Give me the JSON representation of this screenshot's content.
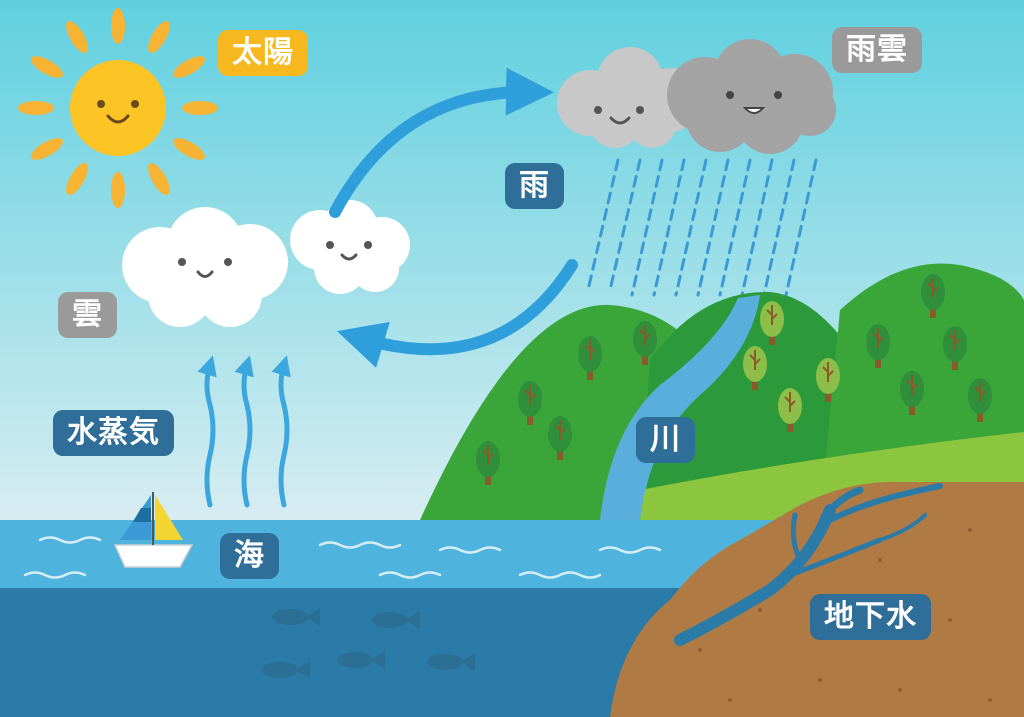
{
  "labels": {
    "sun": "太陽",
    "rain_cloud": "雨雲",
    "rain": "雨",
    "cloud": "雲",
    "water_vapor": "水蒸気",
    "river": "川",
    "sea": "海",
    "groundwater": "地下水"
  },
  "colors": {
    "sky_top": "#5fd0df",
    "sky_bottom": "#dbeef2",
    "sea_surface": "#4fb4dd",
    "sea_deep": "#2a7ba8",
    "mountain_green": "#3aa63a",
    "grass": "#8cc63f",
    "soil": "#b07a44",
    "arrow_blue": "#2f9fdc",
    "label_blue": "#2e6e98",
    "label_gray": "#9a9a9a",
    "label_orange": "#f6b81e"
  },
  "icons": [
    "sun-icon",
    "cloud-icon",
    "rain-cloud-icon",
    "sailboat-icon",
    "fish-icon",
    "tree-icon"
  ]
}
